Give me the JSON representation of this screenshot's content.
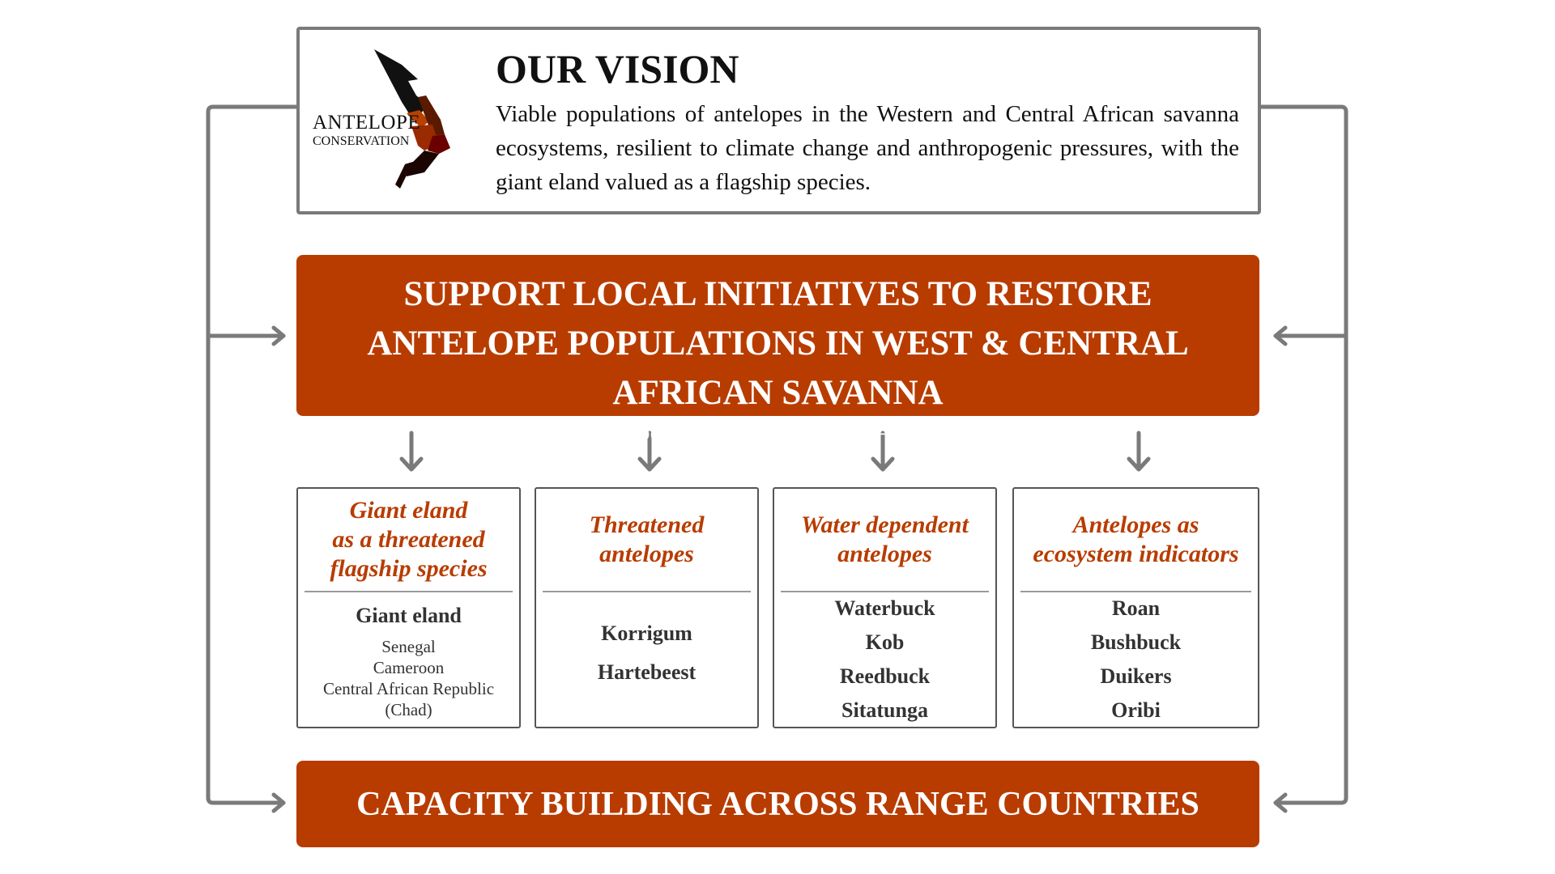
{
  "logo": {
    "line1": "ANTELOPE",
    "line2": "CONSERVATION"
  },
  "vision": {
    "title": "OUR VISION",
    "text": "Viable populations of antelopes in the Western and Central African savanna ecosystems, resilient to climate change and anthropogenic pressures, with the giant eland valued as a flagship species."
  },
  "main": {
    "title": "SUPPORT LOCAL INITIATIVES TO RESTORE ANTELOPE POPULATIONS IN WEST & CENTRAL AFRICAN SAVANNA",
    "subtitle": "Status Updates - Conservation Action Plans"
  },
  "columns": [
    {
      "heading": [
        "Giant eland",
        "as a threatened",
        "flagship species"
      ],
      "items": [
        "Giant eland"
      ],
      "subitems": [
        "Senegal",
        "Cameroon",
        "Central African Republic",
        "(Chad)"
      ]
    },
    {
      "heading": [
        "Threatened",
        "antelopes"
      ],
      "items": [
        "Korrigum",
        "Hartebeest"
      ]
    },
    {
      "heading": [
        "Water dependent",
        "antelopes"
      ],
      "items": [
        "Waterbuck",
        "Kob",
        "Reedbuck",
        "Sitatunga"
      ]
    },
    {
      "heading": [
        "Antelopes as",
        "ecosystem indicators"
      ],
      "items": [
        "Roan",
        "Bushbuck",
        "Duikers",
        "Oribi"
      ]
    }
  ],
  "bottom": {
    "title": "CAPACITY BUILDING ACROSS RANGE COUNTRIES"
  },
  "colors": {
    "accent": "#b83c00",
    "connector": "#7a7a7a"
  }
}
